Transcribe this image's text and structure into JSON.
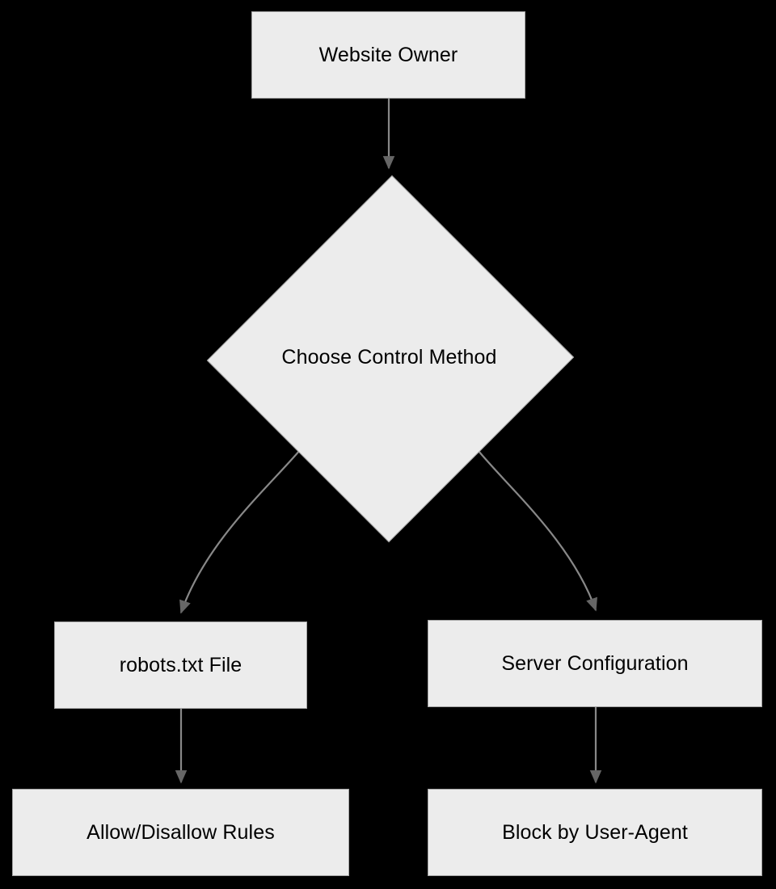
{
  "diagram": {
    "type": "flowchart",
    "direction": "top-down",
    "background_color": "#000000",
    "node_fill_color": "#ececec",
    "node_border_color": "#a5a5a5",
    "node_text_color": "#000000",
    "edge_color": "#888888",
    "arrowhead_color": "#666666",
    "nodes": [
      {
        "id": "website-owner",
        "label": "Website Owner",
        "shape": "rectangle"
      },
      {
        "id": "choose-control-method",
        "label": "Choose Control Method",
        "shape": "diamond"
      },
      {
        "id": "robots-txt-file",
        "label": "robots.txt File",
        "shape": "rectangle"
      },
      {
        "id": "server-configuration",
        "label": "Server Configuration",
        "shape": "rectangle"
      },
      {
        "id": "allow-disallow-rules",
        "label": "Allow/Disallow Rules",
        "shape": "rectangle"
      },
      {
        "id": "block-by-user-agent",
        "label": "Block by User-Agent",
        "shape": "rectangle"
      }
    ],
    "edges": [
      {
        "from": "website-owner",
        "to": "choose-control-method",
        "label": "",
        "style": "straight-arrow"
      },
      {
        "from": "choose-control-method",
        "to": "robots-txt-file",
        "label": "",
        "style": "curved-arrow"
      },
      {
        "from": "choose-control-method",
        "to": "server-configuration",
        "label": "",
        "style": "curved-arrow"
      },
      {
        "from": "robots-txt-file",
        "to": "allow-disallow-rules",
        "label": "",
        "style": "straight-arrow"
      },
      {
        "from": "server-configuration",
        "to": "block-by-user-agent",
        "label": "",
        "style": "straight-arrow"
      }
    ]
  }
}
